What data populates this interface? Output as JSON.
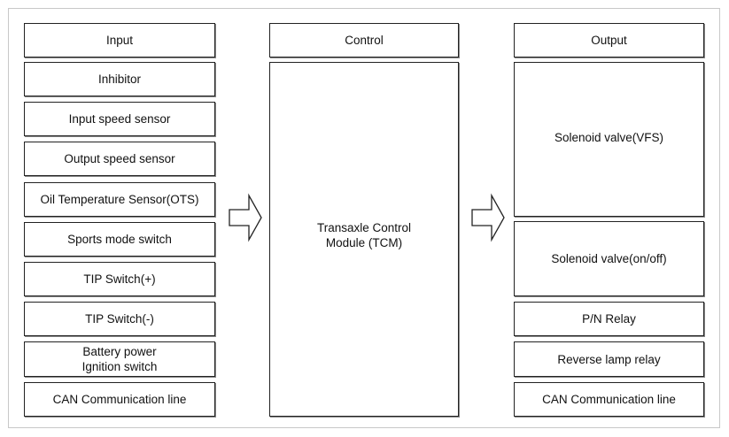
{
  "headers": {
    "input": "Input",
    "control": "Control",
    "output": "Output"
  },
  "inputs": [
    "Inhibitor",
    "Input speed sensor",
    "Output speed sensor",
    "Oil Temperature Sensor(OTS)",
    "Sports mode switch",
    "TIP Switch(+)",
    "TIP Switch(-)",
    "Battery power\nIgnition switch",
    "CAN Communication line"
  ],
  "control": {
    "module": "Transaxle Control\nModule (TCM)"
  },
  "outputs": [
    "Solenoid valve(VFS)",
    "Solenoid valve(on/off)",
    "P/N Relay",
    "Reverse lamp relay",
    "CAN Communication line"
  ],
  "icons": {
    "arrow_in": "right-arrow-icon",
    "arrow_out": "right-arrow-icon"
  }
}
